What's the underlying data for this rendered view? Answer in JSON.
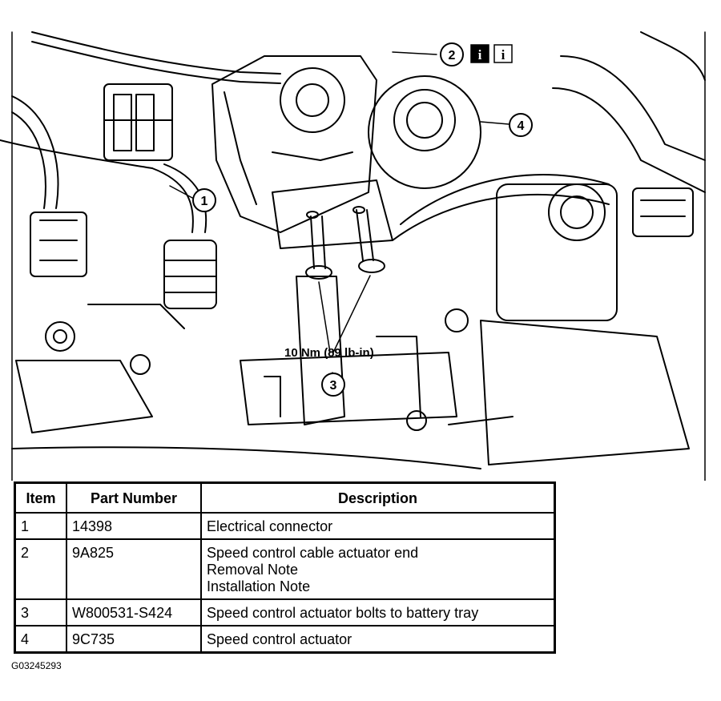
{
  "illustration": {
    "callouts": [
      "1",
      "2",
      "3",
      "4"
    ],
    "torque_label": "10 Nm (89 lb-in)",
    "info_icons": [
      "info-icon-filled",
      "info-icon-outline"
    ]
  },
  "table": {
    "headers": [
      "Item",
      "Part Number",
      "Description"
    ],
    "rows": [
      {
        "item": "1",
        "part": "14398",
        "description": "Electrical connector",
        "notes": []
      },
      {
        "item": "2",
        "part": "9A825",
        "description": "Speed control cable actuator end",
        "notes": [
          "Removal Note",
          "Installation Note"
        ]
      },
      {
        "item": "3",
        "part": "W800531-S424",
        "description": "Speed control actuator bolts to battery tray",
        "notes": []
      },
      {
        "item": "4",
        "part": "9C735",
        "description": "Speed control actuator",
        "notes": []
      }
    ]
  },
  "figure_code": "G03245293"
}
